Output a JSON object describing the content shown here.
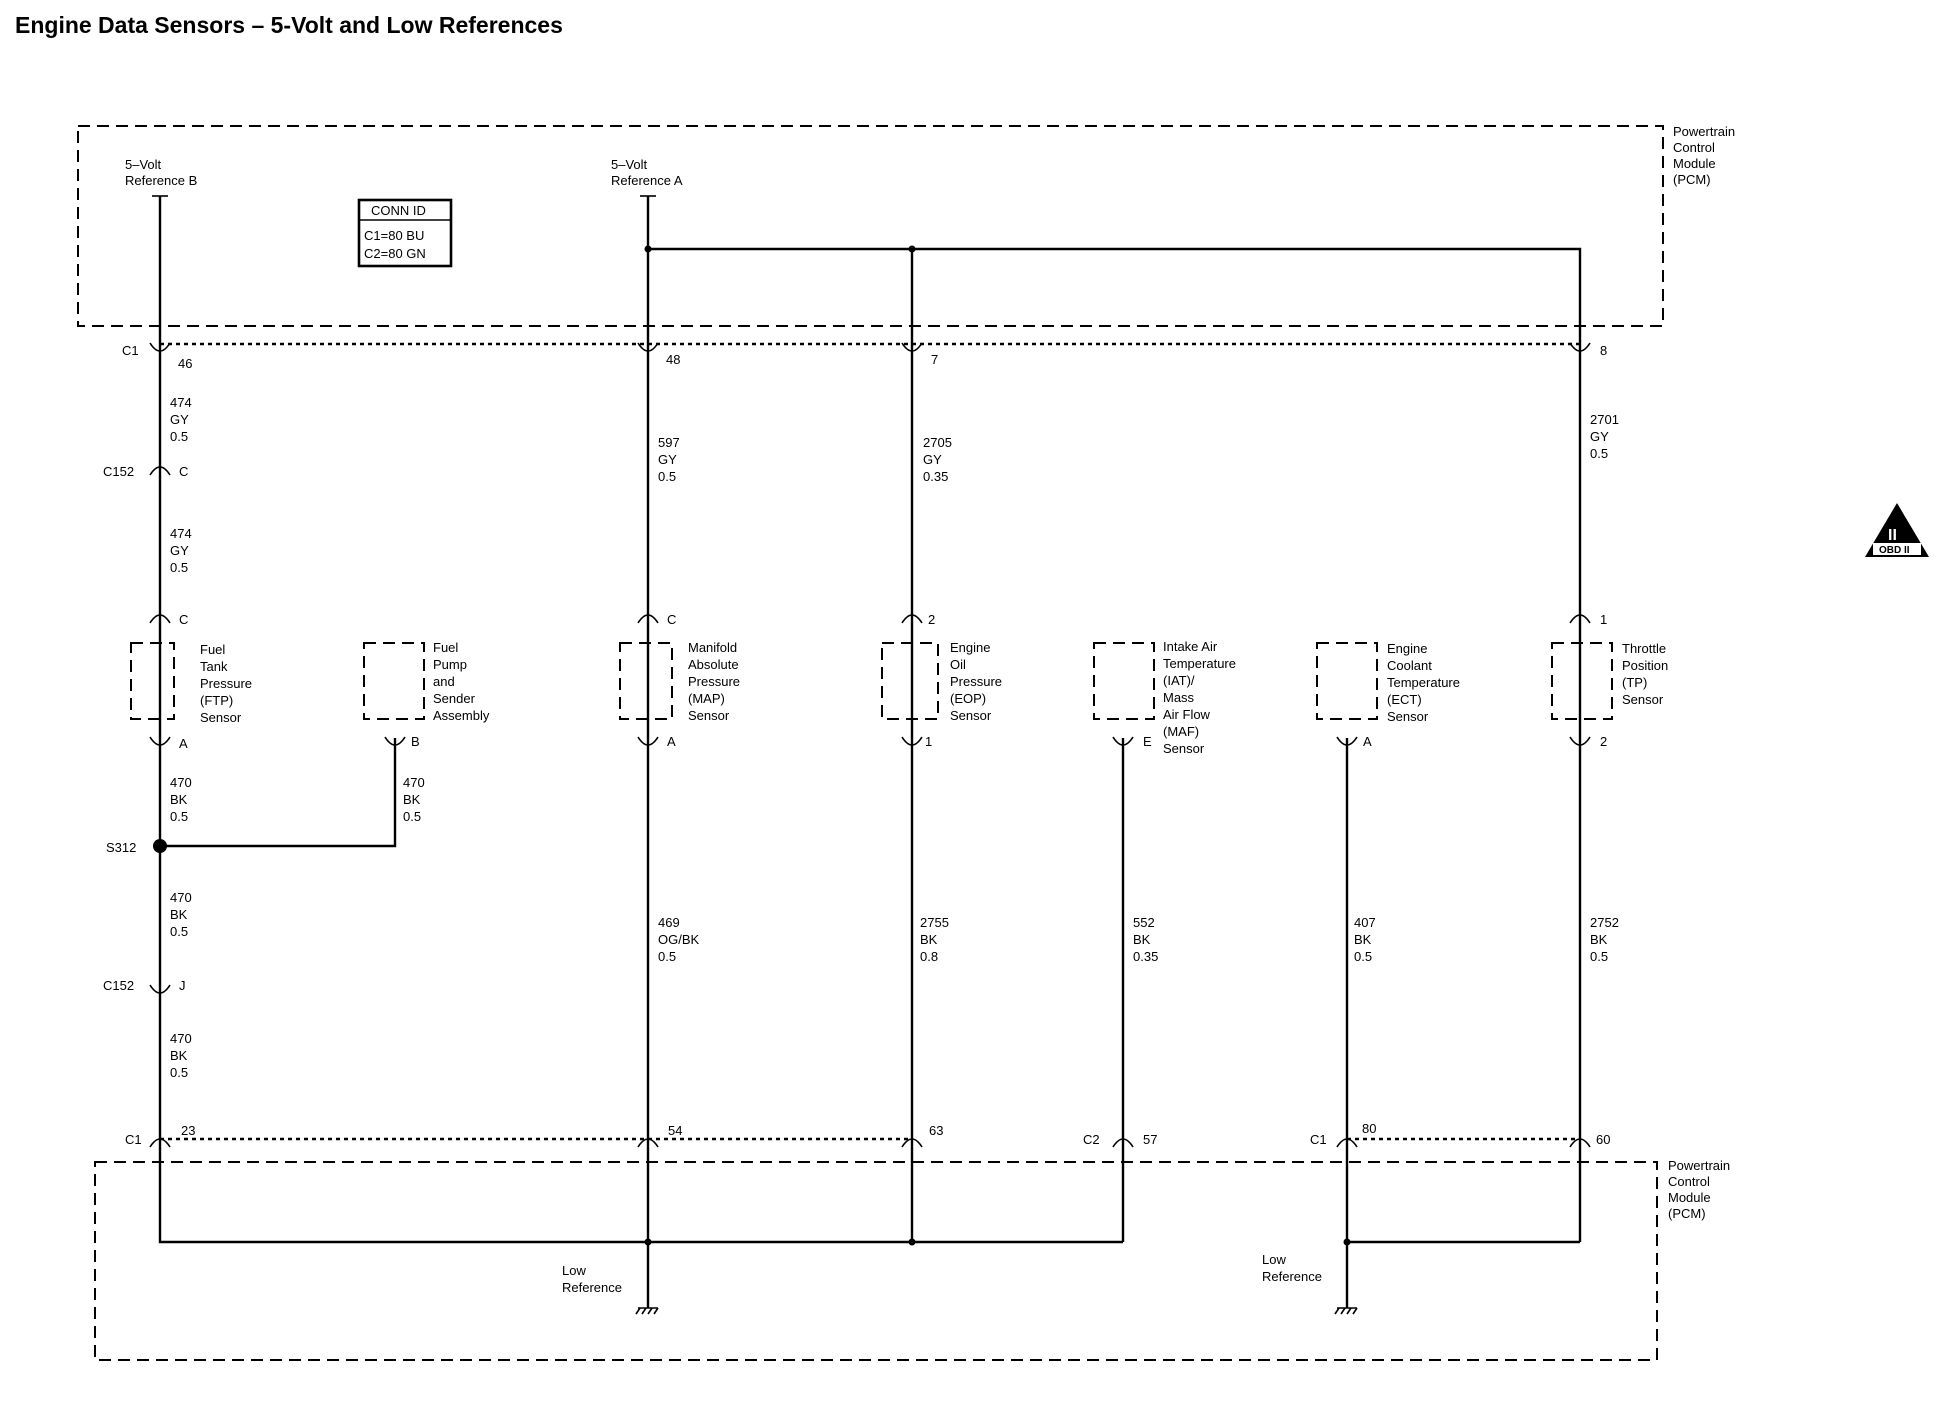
{
  "title": "Engine Data Sensors – 5-Volt and Low References",
  "pcm": {
    "line1": "Powertrain",
    "line2": "Control",
    "line3": "Module",
    "line4": "(PCM)"
  },
  "ref_b": {
    "line1": "5–Volt",
    "line2": "Reference B"
  },
  "ref_a": {
    "line1": "5–Volt",
    "line2": "Reference A"
  },
  "conn_id": {
    "title": "CONN ID",
    "c1": "C1=80 BU",
    "c2": "C2=80 GN"
  },
  "low_reference": {
    "line1": "Low",
    "line2": "Reference"
  },
  "connectors": {
    "c1": "C1",
    "c2": "C2",
    "c152": "C152",
    "s312": "S312"
  },
  "top_pins": {
    "ftp": "46",
    "map": "48",
    "eop": "7",
    "tp": "8"
  },
  "bottom_pins": {
    "ftp": "23",
    "map": "54",
    "eop": "63",
    "iat": "57",
    "ect": "80",
    "tp": "60"
  },
  "c152_pins": {
    "upper": "C",
    "lower": "J"
  },
  "wires": {
    "ftp_top": {
      "circuit": "474",
      "color": "GY",
      "size": "0.5"
    },
    "ftp_mid": {
      "circuit": "474",
      "color": "GY",
      "size": "0.5"
    },
    "ftp_low": {
      "circuit": "470",
      "color": "BK",
      "size": "0.5"
    },
    "pump_low": {
      "circuit": "470",
      "color": "BK",
      "size": "0.5"
    },
    "splice_low": {
      "circuit": "470",
      "color": "BK",
      "size": "0.5"
    },
    "ftp_bottom": {
      "circuit": "470",
      "color": "BK",
      "size": "0.5"
    },
    "map_top": {
      "circuit": "597",
      "color": "GY",
      "size": "0.5"
    },
    "map_low": {
      "circuit": "469",
      "color": "OG/BK",
      "size": "0.5"
    },
    "eop_top": {
      "circuit": "2705",
      "color": "GY",
      "size": "0.35"
    },
    "eop_low": {
      "circuit": "2755",
      "color": "BK",
      "size": "0.8"
    },
    "iat_low": {
      "circuit": "552",
      "color": "BK",
      "size": "0.35"
    },
    "ect_low": {
      "circuit": "407",
      "color": "BK",
      "size": "0.5"
    },
    "tp_top": {
      "circuit": "2701",
      "color": "GY",
      "size": "0.5"
    },
    "tp_low": {
      "circuit": "2752",
      "color": "BK",
      "size": "0.5"
    }
  },
  "sensors": {
    "ftp": {
      "lines": [
        "Fuel",
        "Tank",
        "Pressure",
        "(FTP)",
        "Sensor"
      ],
      "pin_top": "C",
      "pin_bottom": "A"
    },
    "pump": {
      "lines": [
        "Fuel",
        "Pump",
        "and",
        "Sender",
        "Assembly"
      ],
      "pin_bottom": "B"
    },
    "map": {
      "lines": [
        "Manifold",
        "Absolute",
        "Pressure",
        "(MAP)",
        "Sensor"
      ],
      "pin_top": "C",
      "pin_bottom": "A"
    },
    "eop": {
      "lines": [
        "Engine",
        "Oil",
        "Pressure",
        "(EOP)",
        "Sensor"
      ],
      "pin_top": "2",
      "pin_bottom": "1"
    },
    "iat": {
      "lines": [
        "Intake Air",
        "Temperature",
        "(IAT)/",
        "Mass",
        "Air Flow",
        "(MAF)",
        "Sensor"
      ],
      "pin_bottom": "E"
    },
    "ect": {
      "lines": [
        "Engine",
        "Coolant",
        "Temperature",
        "(ECT)",
        "Sensor"
      ],
      "pin_bottom": "A"
    },
    "tp": {
      "lines": [
        "Throttle",
        "Position",
        "(TP)",
        "Sensor"
      ],
      "pin_top": "1",
      "pin_bottom": "2"
    }
  },
  "obd_badge": {
    "symbol": "II",
    "label": "OBD II"
  }
}
